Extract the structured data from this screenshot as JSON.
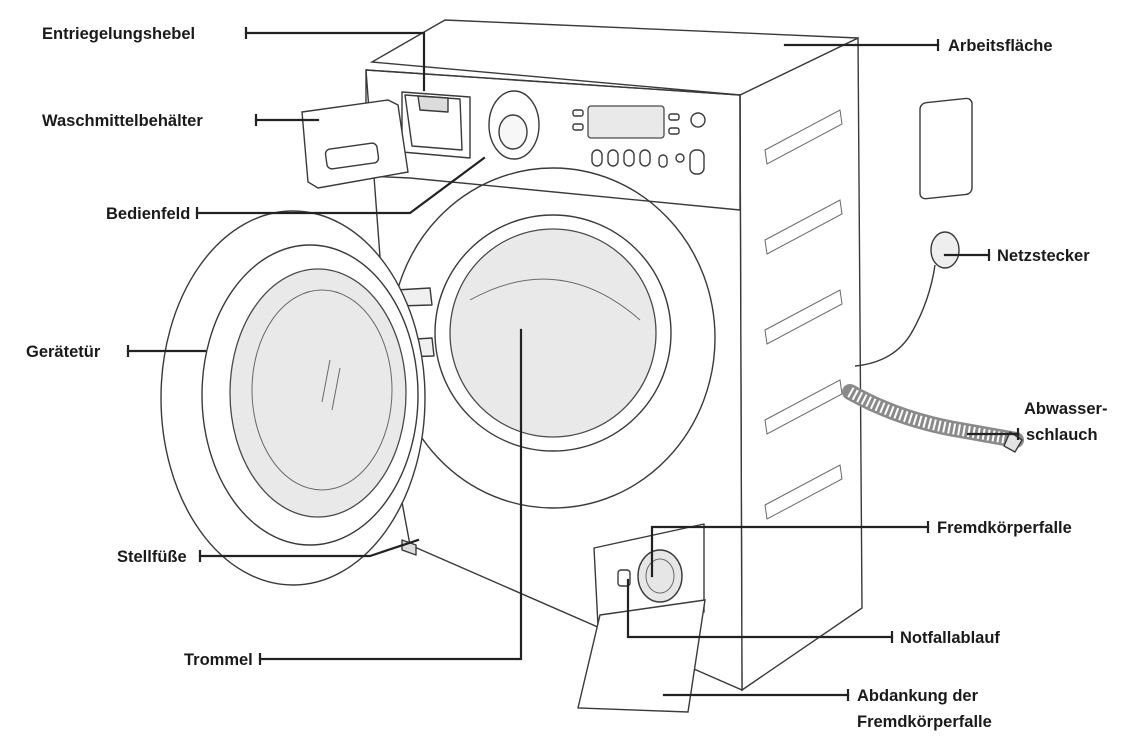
{
  "labels": {
    "entriegelungshebel": "Entriegelungshebel",
    "waschmittelbehaelter": "Waschmittelbehälter",
    "bedienfeld": "Bedienfeld",
    "geraetetuer": "Gerätetür",
    "stellfuesse": "Stellfüße",
    "trommel": "Trommel",
    "arbeitsflaeche": "Arbeitsfläche",
    "netzstecker": "Netzstecker",
    "abwasserschlauch_line1": "Abwasser-",
    "abwasserschlauch_line2": "schlauch",
    "fremdkoerperfalle": "Fremdkörperfalle",
    "notfallablauf": "Notfallablauf",
    "abdankung_line1": "Abdankung der",
    "abdankung_line2": "Fremdkörperfalle"
  },
  "colors": {
    "ink": "#1a1a1a",
    "line": "#222222",
    "drum_glass": "#e9e9e9"
  }
}
